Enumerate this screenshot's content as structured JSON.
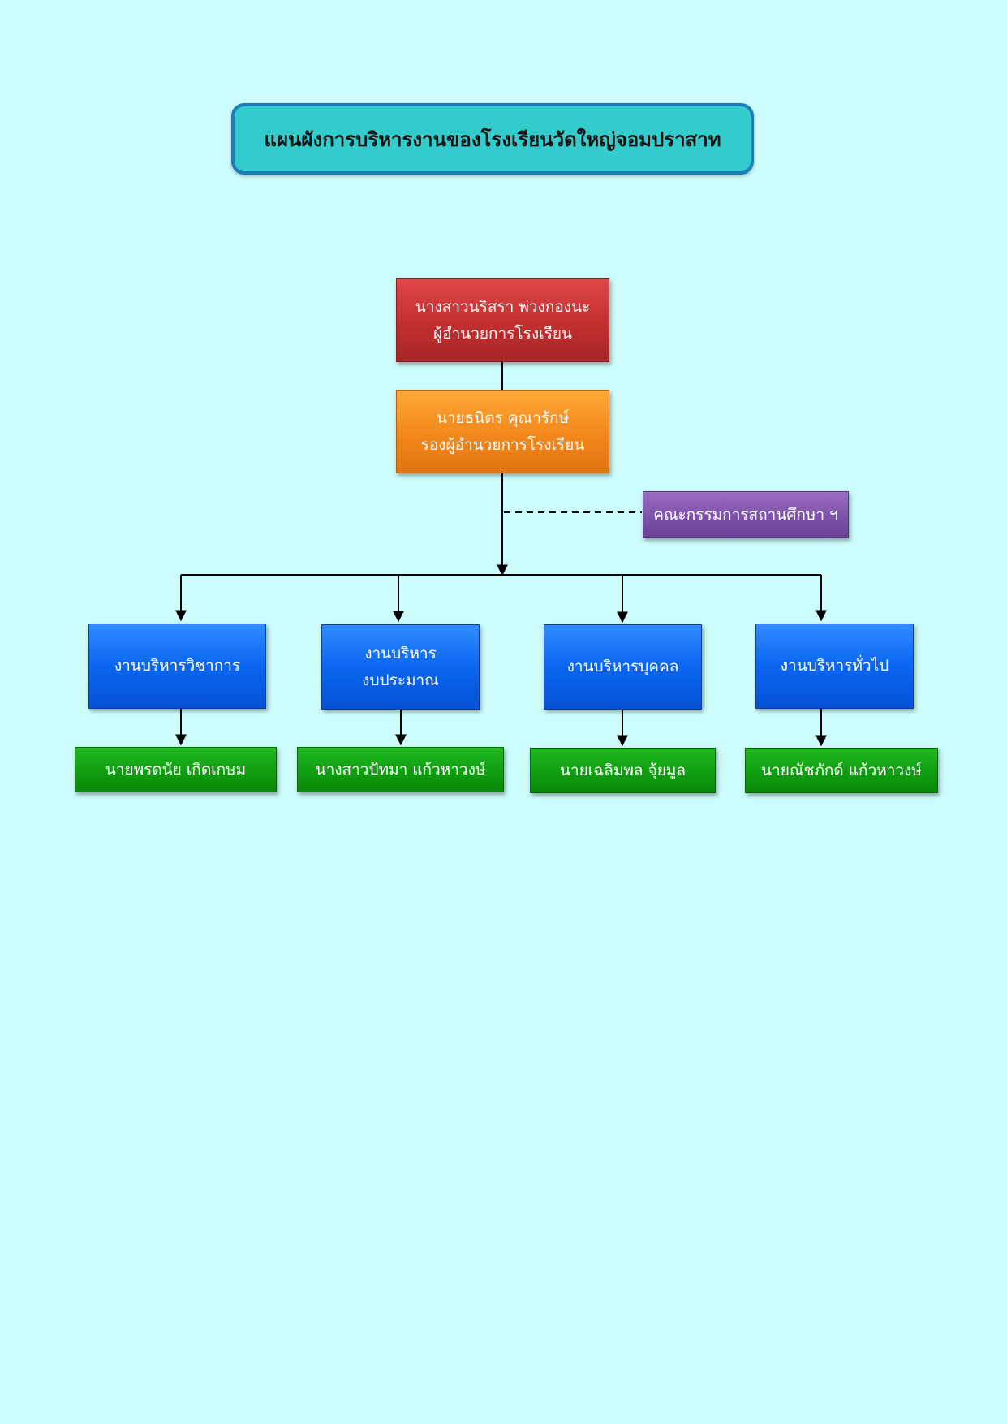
{
  "title": "แผนผังการบริหารงานของโรงเรียนวัดใหญ่จอมปราสาท",
  "director": {
    "name": "นางสาวนริสรา พ่วงกองนะ",
    "position": "ผู้อำนวยการโรงเรียน"
  },
  "deputy": {
    "name": "นายธนิตร  คุณารักษ์",
    "position": "รองผู้อำนวยการโรงเรียน"
  },
  "committee": {
    "label": "คณะกรรมการสถานศึกษา ฯ"
  },
  "departments": [
    {
      "lines": [
        "งานบริหารวิชาการ"
      ],
      "head": "นายพรดนัย  เกิดเกษม"
    },
    {
      "lines": [
        "งานบริหาร",
        "งบประมาณ"
      ],
      "head": "นางสาวปัทมา  แก้วหาวงษ์"
    },
    {
      "lines": [
        "งานบริหารบุคคล"
      ],
      "head": "นายเฉลิมพล  จุ้ยมูล"
    },
    {
      "lines": [
        "งานบริหารทั่วไป"
      ],
      "head": "นายณัชภักด์  แก้วหาวงษ์"
    }
  ],
  "colors": {
    "background": "#ccfcfc",
    "title_box": "#33cccc",
    "director_box": "#c53030",
    "deputy_box": "#f48a1c",
    "committee_box": "#7a4fa6",
    "department_box": "#0a66f0",
    "head_box": "#11a011"
  }
}
